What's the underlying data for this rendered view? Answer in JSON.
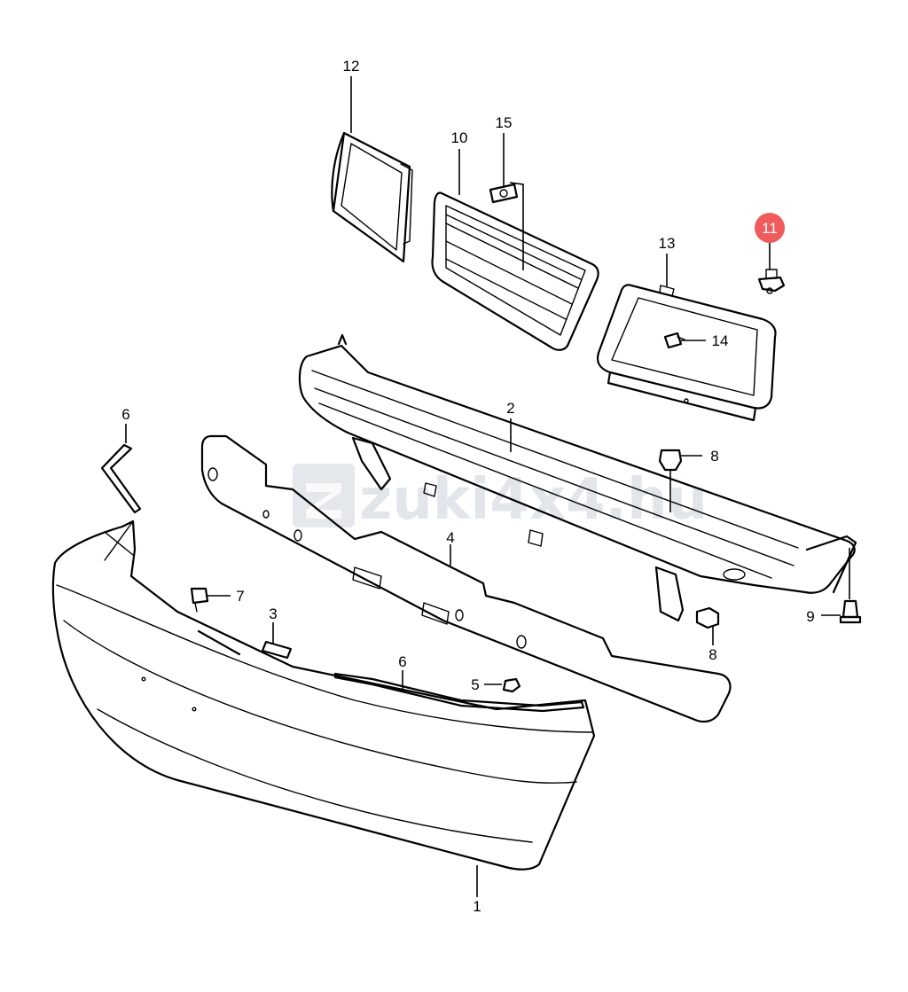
{
  "colors": {
    "line": "#000000",
    "highlight": "#f05b5b",
    "highlight_text": "#ffffff",
    "watermark": "#d9dde3"
  },
  "watermark": {
    "text": "zuki4x4.hu"
  },
  "callouts": {
    "c1": "1",
    "c2": "2",
    "c3": "3",
    "c4": "4",
    "c5": "5",
    "c6a": "6",
    "c6b": "6",
    "c7": "7",
    "c8a": "8",
    "c8b": "8",
    "c9": "9",
    "c10": "10",
    "c11": "11",
    "c12": "12",
    "c13": "13",
    "c14": "14",
    "c15": "15"
  },
  "highlighted_part": "11"
}
